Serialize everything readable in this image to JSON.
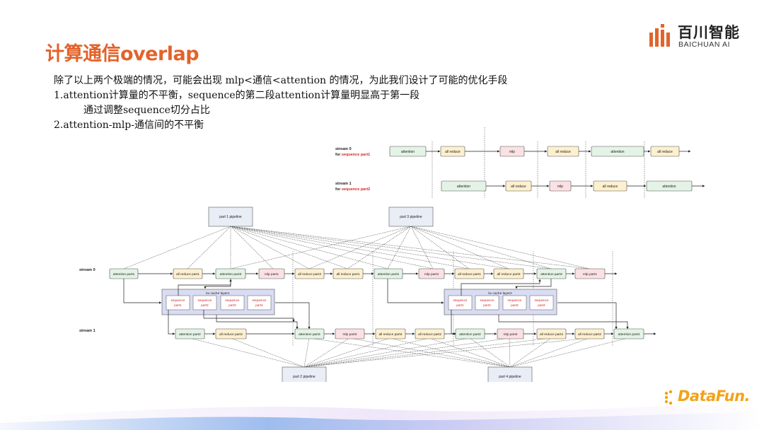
{
  "title": "计算通信overlap",
  "logo": {
    "cn": "百川智能",
    "en": "BAICHUAN AI"
  },
  "body": {
    "line1": "除了以上两个极端的情况，可能会出现  mlp<通信<attention 的情况，为此我们设计了可能的优化手段",
    "line2": "1.attention计算量的不平衡，sequence的第二段attention计算量明显高于第一段",
    "line3": "通过调整sequence切分占比",
    "line4": "2.attention-mlp-通信间的不平衡"
  },
  "top_diagram": {
    "stream0_label": "stream 0",
    "stream0_for": "for ",
    "stream0_part": "sequence part1",
    "stream1_label": "stream 1",
    "stream1_for": "for ",
    "stream1_part": "sequence part2",
    "stream0_boxes": [
      "attention",
      "all reduce",
      "mlp",
      "all reduce",
      "attention",
      "all reduce"
    ],
    "stream1_boxes": [
      "attention",
      "all reduce",
      "mlp",
      "all reduce",
      "attention"
    ]
  },
  "main_diagram": {
    "pipelines": [
      "part 1 pipeline",
      "part 3 pipeline",
      "part 2 pipeline",
      "part 4 pipeline"
    ],
    "stream0_label": "stream 0",
    "stream1_label": "stream 1",
    "stream0_boxes": [
      "attention part1",
      "all reduce part1",
      "attention part3",
      "mlp part1",
      "all reduce part3",
      "all reduce part1",
      "attention part1",
      "mlp part3",
      "all reduce part1",
      "all reduce part3",
      "attention part3",
      "mlp part1"
    ],
    "stream1_boxes": [
      "attention part2",
      "all reduce part2",
      "attention part4",
      "mlp part2",
      "all reduce part4",
      "all reduce part2",
      "attention part2",
      "mlp part4",
      "all reduce part4",
      "all reduce part2",
      "attention part4"
    ],
    "kv1_label": "kv cache layer1",
    "kv2_label": "kv cache layer2",
    "seq_labels": [
      [
        "sequence",
        "part1"
      ],
      [
        "sequence",
        "part2"
      ],
      [
        "sequence",
        "part3"
      ],
      [
        "sequence",
        "part4"
      ]
    ]
  },
  "footer": {
    "brand": "DataFun."
  },
  "colors": {
    "title": "#e2632a",
    "attention": "#e3f3e6",
    "allreduce": "#fdf0cf",
    "mlp": "#fbe1e4",
    "kv": "#d9dcf2",
    "seq_text": "#d6262b",
    "brand": "#f2a21a"
  }
}
